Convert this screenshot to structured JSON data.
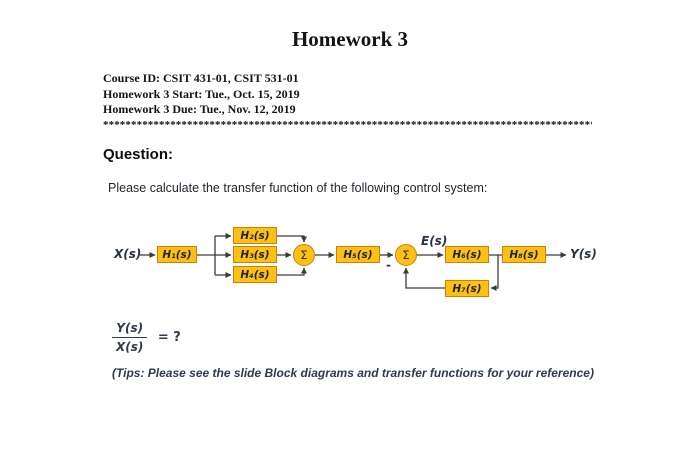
{
  "header": {
    "title": "Homework 3",
    "course_lines": [
      "Course ID: CSIT 431-01, CSIT 531-01",
      "Homework 3 Start: Tue., Oct. 15, 2019",
      "Homework 3 Due: Tue., Nov. 12, 2019"
    ],
    "separator": "*********************************************************************************************************"
  },
  "question": {
    "heading": "Question:",
    "prompt": "Please calculate the transfer function of the following control system:"
  },
  "diagram": {
    "input_label": "X(s)",
    "output_label": "Y(s)",
    "error_label": "E(s)",
    "minus_label": "-",
    "sum_symbol": "Σ",
    "blocks": {
      "h1": "H₁(s)",
      "h2": "H₂(s)",
      "h3": "H₃(s)",
      "h4": "H₄(s)",
      "h5": "H₅(s)",
      "h6": "H₆(s)",
      "h7": "H₇(s)",
      "h8": "H₈(s)"
    },
    "colors": {
      "block_fill": "#ffc011",
      "block_border": "#c8820a",
      "line": "#3c3c3c",
      "label": "#2a3342"
    }
  },
  "equation": {
    "numerator": "Y(s)",
    "denominator": "X(s)",
    "equals": "= ?"
  },
  "tips": {
    "prefix": "(Tips: Please see the slide ",
    "bold": "Block diagrams and transfer functions",
    "suffix": " for your reference)"
  }
}
